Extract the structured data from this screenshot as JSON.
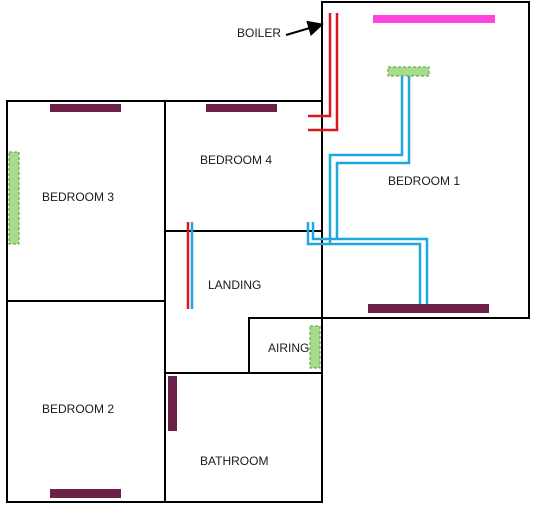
{
  "labels": {
    "boiler": "BOILER",
    "bedroom1": "BEDROOM 1",
    "bedroom2": "BEDROOM 2",
    "bedroom3": "BEDROOM 3",
    "bedroom4": "BEDROOM 4",
    "landing": "LANDING",
    "airing": "AIRING",
    "bathroom": "BATHROOM"
  },
  "colors": {
    "wall": "#000000",
    "radiator": "#6b2148",
    "boiler_unit": "#ff44dd",
    "hot_pipe": "#e0141e",
    "cold_pipe": "#1fa8e0",
    "tank_fill": "#a6dc8c",
    "tank_border": "#5a9a3a"
  }
}
